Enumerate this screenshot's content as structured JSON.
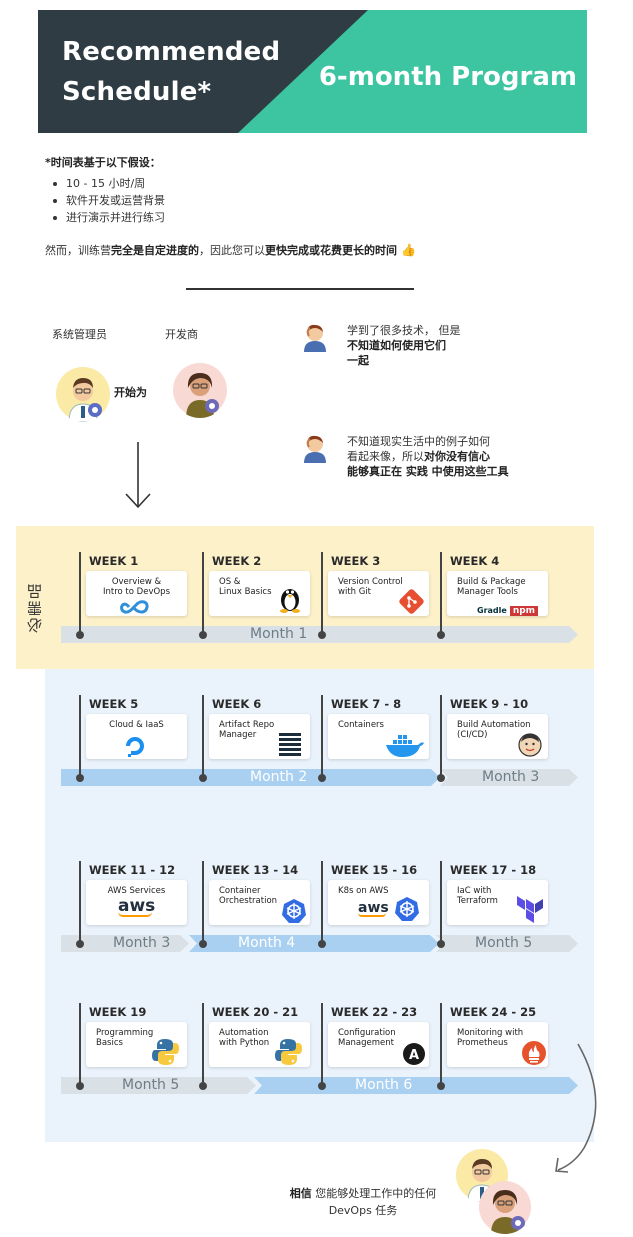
{
  "banner": {
    "title_line1": "Recommended",
    "title_line2": "Schedule*",
    "program": "6-month Program",
    "colors": {
      "dark": "#2f3c43",
      "accent": "#3cc5a0"
    }
  },
  "assumptions": {
    "title": "*时间表基于以下假设：",
    "items": [
      "10 - 15 小时/周",
      "软件开发或运营背景",
      "进行演示并进行练习"
    ],
    "note_prefix": "然而，训练营",
    "note_bold1": "完全是自定进度的",
    "note_mid": "，因此您可以",
    "note_bold2": "更快完成或花费更长的时间",
    "note_icon": "thumbs-up-icon"
  },
  "personas": {
    "sysadmin": "系统管理员",
    "developer": "开发商",
    "start": "开始为",
    "quote1_line1": "学到了很多技术， 但是",
    "quote1_line2": "不知道如何使用它们",
    "quote1_line3": "一起",
    "quote2_line1": "不知道现实生活中的例子如何",
    "quote2_line2_prefix": "看起来像，所以",
    "quote2_line2_bold": "对你没有信心",
    "quote2_line3": "能够真正在 实践 中使用这些工具"
  },
  "section": {
    "required_label": "必需品"
  },
  "rows": [
    {
      "weeks": [
        {
          "label": "WEEK 1",
          "card": "Overview &\nIntro to DevOps",
          "icon": "devops-infinity-icon",
          "center": true
        },
        {
          "label": "WEEK 2",
          "card": "OS &\nLinux Basics",
          "icon": "linux-tux-icon"
        },
        {
          "label": "WEEK 3",
          "card": "Version Control\nwith Git",
          "icon": "git-icon"
        },
        {
          "label": "WEEK 4",
          "card": "Build & Package\nManager Tools",
          "icon": "gradle-npm-icon",
          "icon_text1": "Gradle",
          "icon_text2": "npm"
        }
      ],
      "months": [
        {
          "label": "Month 1"
        }
      ]
    },
    {
      "weeks": [
        {
          "label": "WEEK 5",
          "card": "Cloud & IaaS",
          "icon": "digitalocean-icon",
          "center": true
        },
        {
          "label": "WEEK 6",
          "card": "Artifact Repo\nManager",
          "icon": "nexus-icon"
        },
        {
          "label": "WEEK 7 - 8",
          "card": "Containers",
          "icon": "docker-whale-icon"
        },
        {
          "label": "WEEK 9 - 10",
          "card": "Build Automation\n(CI/CD)",
          "icon": "jenkins-icon"
        }
      ],
      "months": [
        {
          "label": "Month 2"
        },
        {
          "label": "Month 3"
        }
      ]
    },
    {
      "weeks": [
        {
          "label": "WEEK 11 - 12",
          "card": "AWS Services",
          "icon": "aws-icon",
          "icon_text": "aws",
          "center": true
        },
        {
          "label": "WEEK 13 - 14",
          "card": "Container\nOrchestration",
          "icon": "kubernetes-icon"
        },
        {
          "label": "WEEK 15 - 16",
          "card": "K8s on AWS",
          "icon": "aws-kubernetes-icon",
          "icon_text": "aws"
        },
        {
          "label": "WEEK 17 - 18",
          "card": "IaC with\nTerraform",
          "icon": "terraform-icon"
        }
      ],
      "months": [
        {
          "label": "Month 3"
        },
        {
          "label": "Month 4"
        },
        {
          "label": "Month 5"
        }
      ]
    },
    {
      "weeks": [
        {
          "label": "WEEK 19",
          "card": "Programming\nBasics",
          "icon": "python-icon"
        },
        {
          "label": "WEEK 20 - 21",
          "card": "Automation\nwith Python",
          "icon": "python-icon"
        },
        {
          "label": "WEEK 22 - 23",
          "card": "Configuration\nManagement",
          "icon": "ansible-icon",
          "icon_text": "A"
        },
        {
          "label": "WEEK 24 - 25",
          "card": "Monitoring with\nPrometheus",
          "icon": "prometheus-icon"
        }
      ],
      "months": [
        {
          "label": "Month 5"
        },
        {
          "label": "Month 6"
        }
      ]
    }
  ],
  "closing": {
    "bold": "相信",
    "line1": "您能够处理工作中的任何",
    "line2": "DevOps 任务"
  }
}
